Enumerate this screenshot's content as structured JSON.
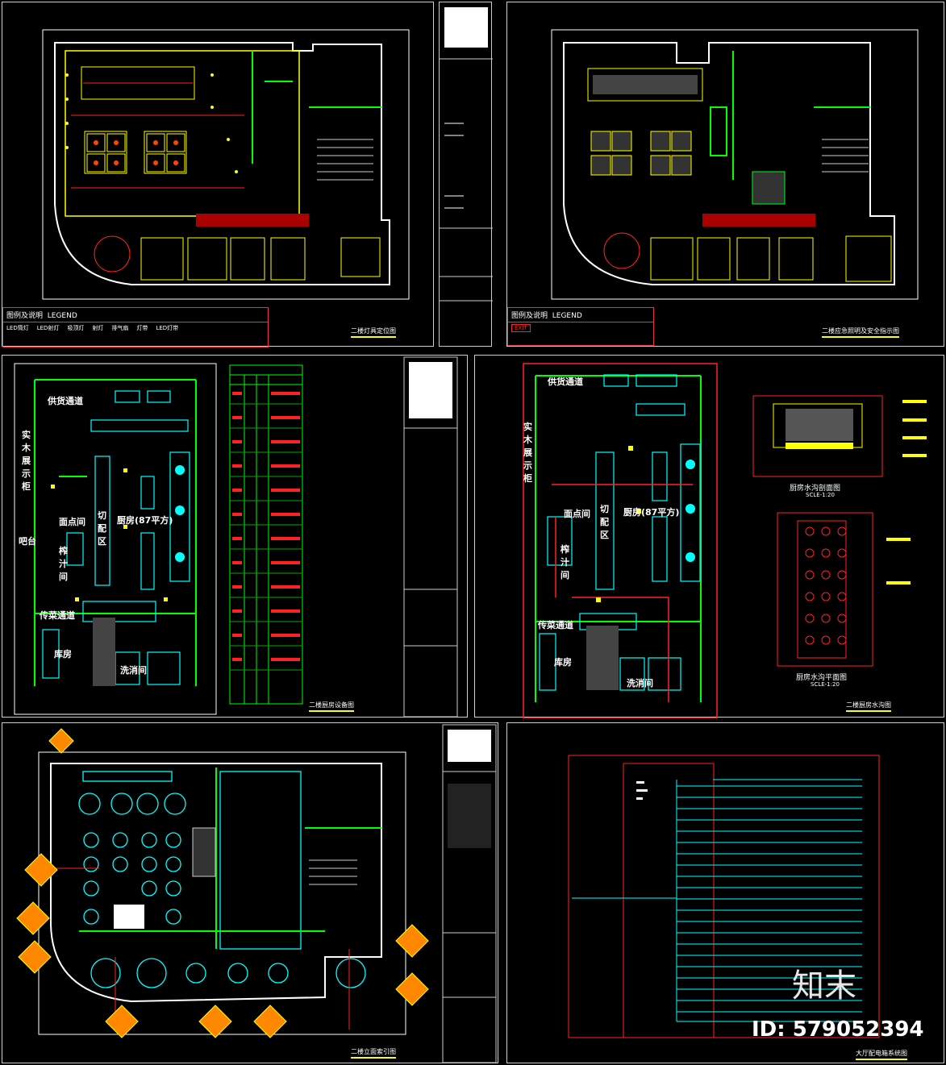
{
  "sheets": {
    "top_left": {
      "title": "二楼灯具定位图",
      "legend_title": "图例及说明",
      "legend_subtitle": "LEGEND",
      "legend_items": [
        "LED筒灯",
        "LED射灯",
        "吸顶灯",
        "射灯",
        "排气扇",
        "灯带",
        "LED灯带"
      ]
    },
    "top_right": {
      "title": "二楼应急照明及安全指示图",
      "legend_title": "图例及说明",
      "legend_subtitle": "LEGEND",
      "exit_sign": "EXIT"
    },
    "mid_left": {
      "title": "二楼厨房设备图",
      "rooms": {
        "supply": "供货通道",
        "kitchen": "厨房(87平方)",
        "pastry": "面点间",
        "cut": "切配区",
        "juice": "榨汁间",
        "serve": "传菜通道",
        "store": "库房",
        "wash": "洗消间",
        "display": "实木展示柜",
        "counter": "吧台"
      }
    },
    "mid_right": {
      "title": "二楼厨房水沟图",
      "rooms": {
        "supply": "供货通道",
        "kitchen": "厨房(87平方)",
        "pastry": "面点间",
        "cut": "切配区",
        "juice": "榨汁间",
        "serve": "传菜通道",
        "store": "库房",
        "wash": "洗消间",
        "display": "实木展示柜"
      },
      "section_title": "厨房水沟剖面图",
      "section_scale": "SCLE-1:20",
      "plan_title": "厨房水沟平面图",
      "plan_scale": "SCLE-1:20"
    },
    "bottom_left": {
      "title": "二楼立面索引图"
    },
    "bottom_right": {
      "title": "大厅配电箱系统图"
    }
  },
  "watermark": {
    "logo_text": "知末",
    "id_text": "ID: 579052394"
  },
  "colors": {
    "wall": "#ffffff",
    "red": "#ff2020",
    "yellow": "#ffff00",
    "green": "#00ff00",
    "cyan": "#00ffff"
  }
}
